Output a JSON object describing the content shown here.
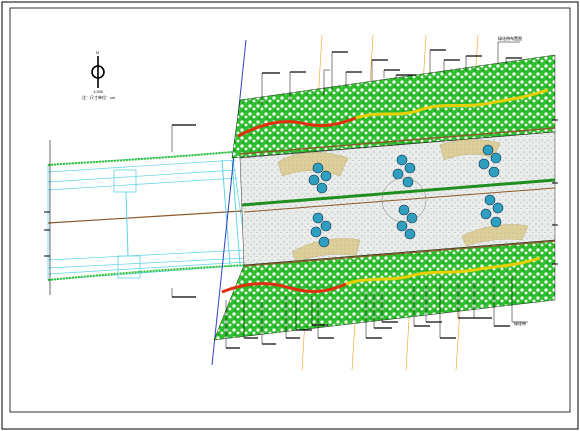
{
  "drawing": {
    "north_label": "N",
    "scale_text": "1:250",
    "scale_note": "注：尺寸单位：cm",
    "top_callout": "绿化带布置图",
    "bottom_callout": "绿化带",
    "colors": {
      "frame": "#000000",
      "bridge_outline": "#5fd3e6",
      "median_line": "#8b5a2b",
      "shrub_green": "#2fbf2f",
      "dark_green": "#1f8f1f",
      "red_hedge": "#e03010",
      "yellow_hedge": "#e8d000",
      "sand_fill": "#d8cfa6",
      "plaza_fill": "#e6e2d2",
      "gravel_fill": "#b8c8b8",
      "guide_line": "#f0a020",
      "boundary_line": "#3040c0"
    }
  }
}
